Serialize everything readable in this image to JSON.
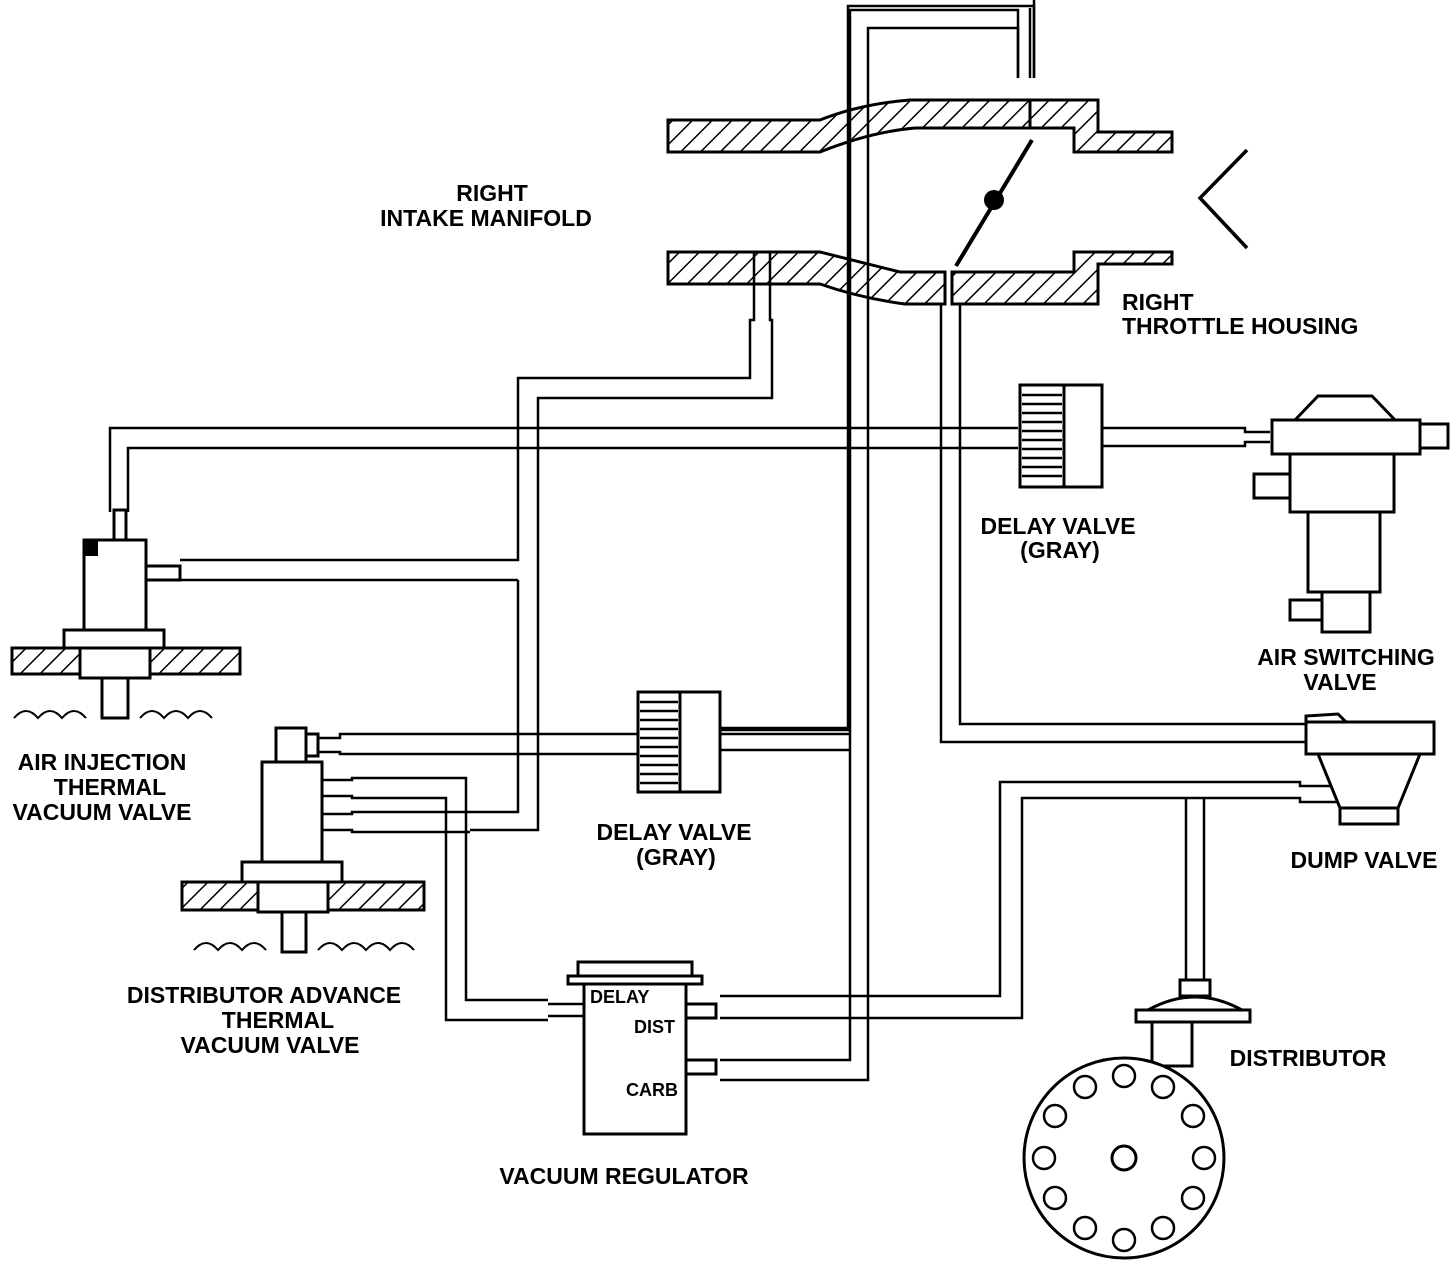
{
  "labels": {
    "right_intake_manifold": [
      "RIGHT",
      "INTAKE MANIFOLD"
    ],
    "right_throttle_housing": [
      "RIGHT",
      "THROTTLE HOUSING"
    ],
    "delay_valve_upper": [
      "DELAY VALVE",
      "(GRAY)"
    ],
    "air_switching_valve": [
      "AIR SWITCHING",
      "VALVE"
    ],
    "air_injection_tvv": [
      "AIR INJECTION",
      "THERMAL",
      "VACUUM VALVE"
    ],
    "delay_valve_lower": [
      "DELAY VALVE",
      "(GRAY)"
    ],
    "dump_valve": "DUMP VALVE",
    "distributor_advance_tvv": [
      "DISTRIBUTOR ADVANCE",
      "THERMAL",
      "VACUUM VALVE"
    ],
    "distributor": "DISTRIBUTOR",
    "vacuum_regulator": "VACUUM REGULATOR"
  },
  "vacuum_regulator_ports": {
    "delay": "DELAY",
    "dist": "DIST",
    "carb": "CARB"
  }
}
